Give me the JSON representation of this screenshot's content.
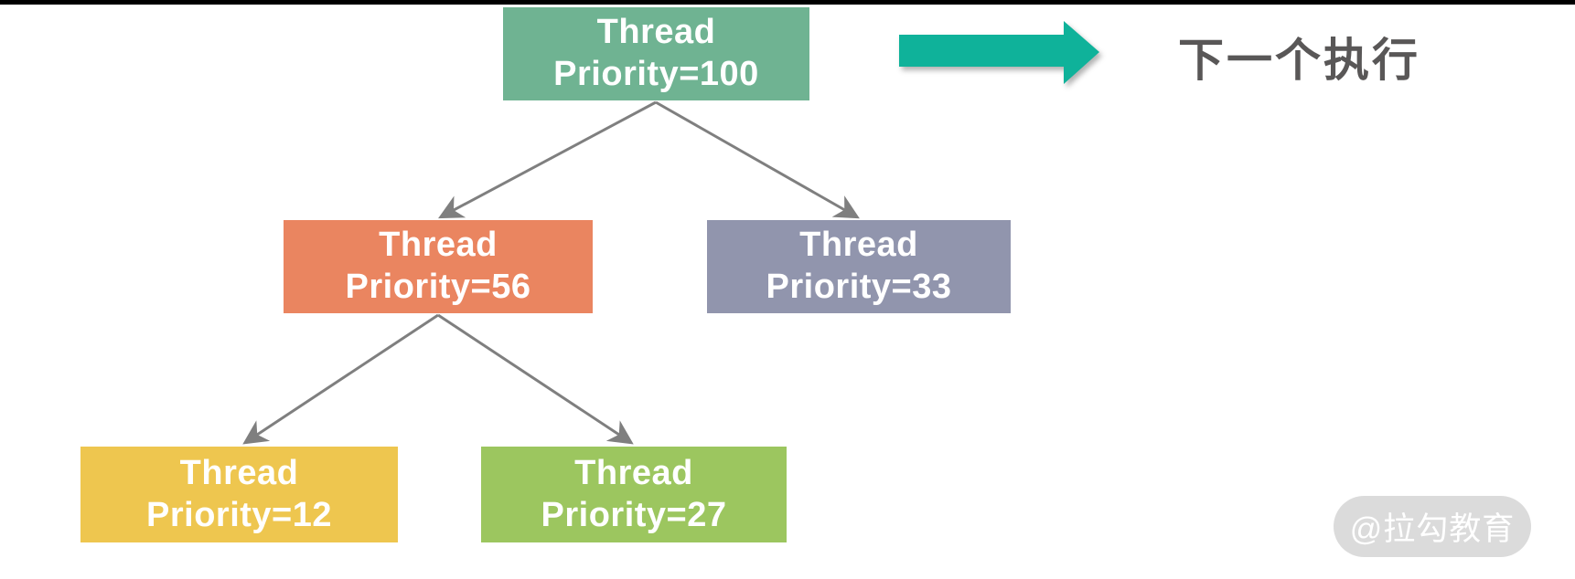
{
  "tree": {
    "connector_color": "#7F7F7F",
    "nodes": [
      {
        "id": "root",
        "name": "Thread",
        "priority_label": "Priority=100",
        "color": "#6FB392"
      },
      {
        "id": "p56",
        "name": "Thread",
        "priority_label": "Priority=56",
        "color": "#EA8560"
      },
      {
        "id": "p33",
        "name": "Thread",
        "priority_label": "Priority=33",
        "color": "#9195AD"
      },
      {
        "id": "p12",
        "name": "Thread",
        "priority_label": "Priority=12",
        "color": "#EEC64F"
      },
      {
        "id": "p27",
        "name": "Thread",
        "priority_label": "Priority=27",
        "color": "#9CC65F"
      }
    ],
    "edges": [
      {
        "from": "root",
        "to": "p56"
      },
      {
        "from": "root",
        "to": "p33"
      },
      {
        "from": "p56",
        "to": "p12"
      },
      {
        "from": "p56",
        "to": "p27"
      }
    ]
  },
  "legend": {
    "label": "下一个执行",
    "arrow_color": "#0FB29A",
    "text_color": "#595757"
  },
  "watermark": {
    "text": "@拉勾教育"
  }
}
